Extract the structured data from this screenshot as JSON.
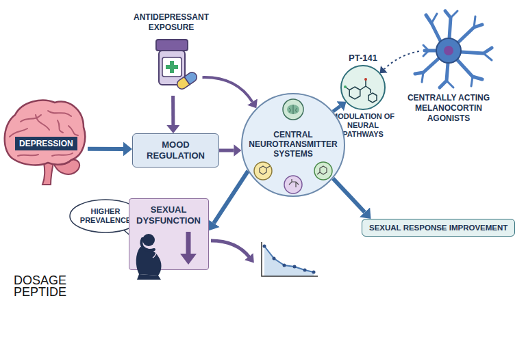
{
  "diagram": {
    "nodes": [
      {
        "text": [
          "ANTIDEPRESSANT EXPOSURE"
        ]
      },
      {
        "text": [
          "PT-141",
          "MODULATION OF NEURAL PATHWAYS"
        ]
      },
      {
        "text": [
          "CENTRALLY ACTING MELANOCORTIN AGONISTS"
        ]
      },
      {
        "text": [
          "DEPRESSION"
        ]
      },
      {
        "text": [
          "MOOD REGULATION"
        ]
      },
      {
        "text": [
          "CENTRAL NEUROTRANSMITTER SYSTEMS"
        ]
      },
      {
        "text": [
          "HIGHER PREVALENCE"
        ]
      },
      {
        "text": [
          "SEXUAL DYSFUNCTION"
        ]
      },
      {
        "text": [
          "SEXUAL RESPONSE IMPROVEMENT"
        ]
      }
    ],
    "edges": [
      {
        "from": 0,
        "to": 4,
        "arrow": "to"
      },
      {
        "from": 0,
        "to": 5,
        "arrow": "to"
      },
      {
        "from": 3,
        "to": 4,
        "arrow": "to"
      },
      {
        "from": 4,
        "to": 5,
        "arrow": "to"
      },
      {
        "from": 5,
        "to": 1,
        "arrow": "to"
      },
      {
        "from": 2,
        "to": 1,
        "arrow": "to"
      },
      {
        "from": 5,
        "to": 7,
        "arrow": "to"
      },
      {
        "from": 5,
        "to": 8,
        "arrow": "to"
      }
    ],
    "labels": [
      "DOSAGE",
      "PEPTIDE"
    ]
  }
}
